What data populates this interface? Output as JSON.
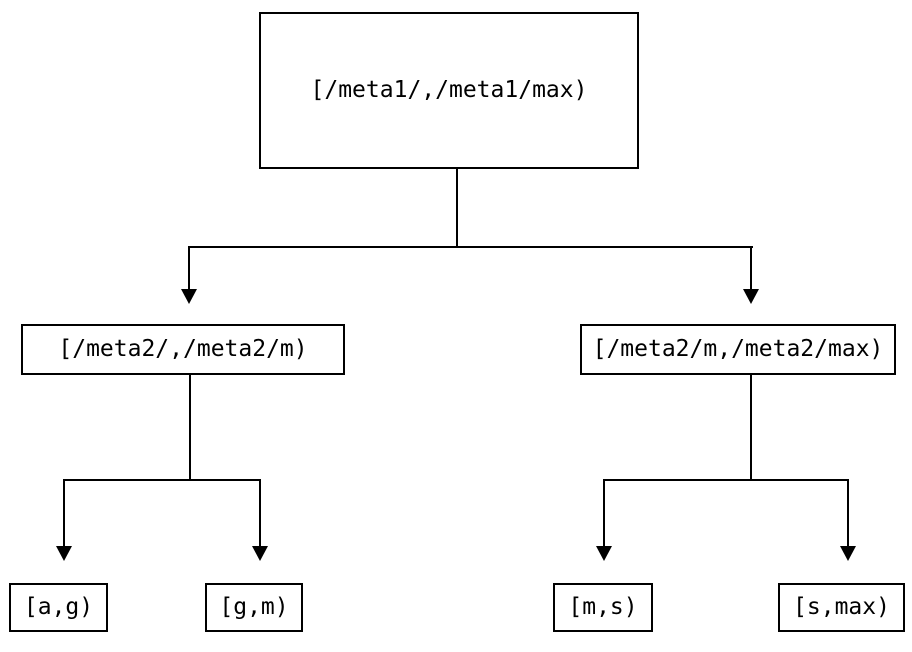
{
  "diagram": {
    "type": "tree",
    "orientation": "top-down",
    "description": "Hierarchical interval partition tree",
    "theme": {
      "background": "#ffffff",
      "line_color": "#000000",
      "text_color": "#000000",
      "box_fill": "#ffffff"
    },
    "nodes": {
      "root": {
        "label": "[/meta1/,/meta1/max)",
        "level": 0
      },
      "mid_left": {
        "label": "[/meta2/,/meta2/m)",
        "level": 1
      },
      "mid_right": {
        "label": "[/meta2/m,/meta2/max)",
        "level": 1
      },
      "leaf_1": {
        "label": "[a,g)",
        "level": 2
      },
      "leaf_2": {
        "label": "[g,m)",
        "level": 2
      },
      "leaf_3": {
        "label": "[m,s)",
        "level": 2
      },
      "leaf_4": {
        "label": "[s,max)",
        "level": 2
      }
    },
    "edges": [
      {
        "from": "root",
        "to": "mid_left",
        "arrow": "down"
      },
      {
        "from": "root",
        "to": "mid_right",
        "arrow": "down"
      },
      {
        "from": "mid_left",
        "to": "leaf_1",
        "arrow": "down"
      },
      {
        "from": "mid_left",
        "to": "leaf_2",
        "arrow": "down"
      },
      {
        "from": "mid_right",
        "to": "leaf_3",
        "arrow": "down"
      },
      {
        "from": "mid_right",
        "to": "leaf_4",
        "arrow": "down"
      }
    ]
  }
}
